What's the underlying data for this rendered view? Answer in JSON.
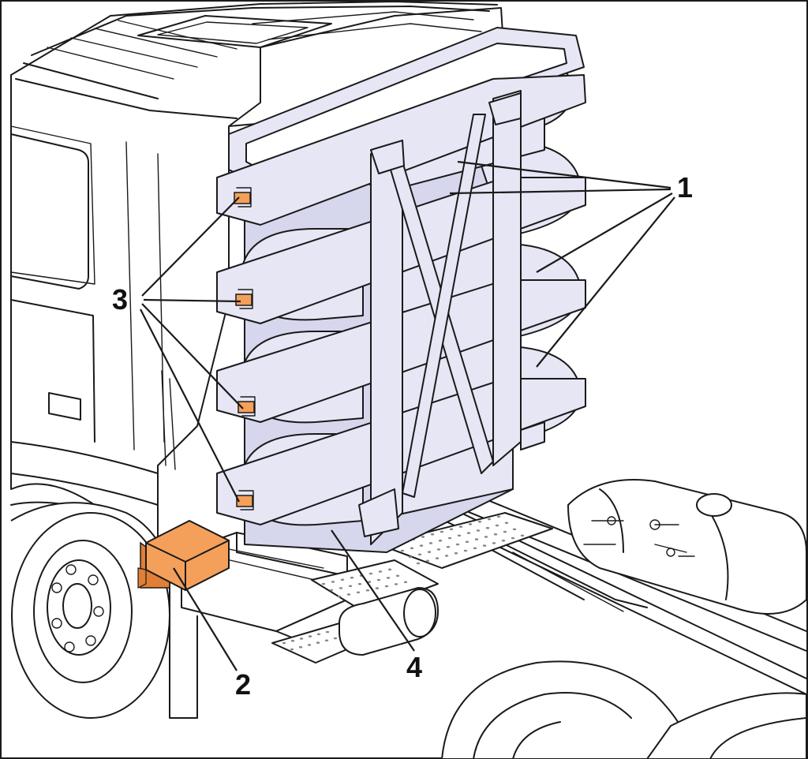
{
  "colors": {
    "tank_fill": "#e6e6f5",
    "tank_shadow": "#d6d6ec",
    "highlight_box": "#f5a05a",
    "highlight_box_dark": "#e07f35",
    "valve": "#f5a05a",
    "outline": "#1a1a1a",
    "background": "#ffffff"
  },
  "callouts": {
    "c1": "1",
    "c2": "2",
    "c3": "3",
    "c4": "4"
  }
}
